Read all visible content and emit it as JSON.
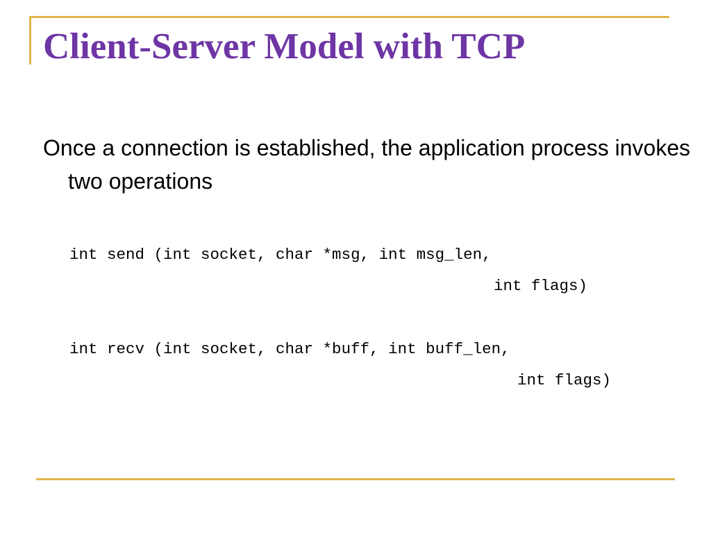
{
  "slide": {
    "title": "Client-Server Model with TCP",
    "bullet": "Once a connection is established, the application process invokes two operations",
    "code": {
      "send_line1": "int send (int socket, char *msg, int msg_len,",
      "send_line2": "int flags)",
      "recv_line1": "int recv (int socket, char *buff, int buff_len,",
      "recv_line2": "int flags)"
    }
  },
  "colors": {
    "title": "#6E35A5",
    "accent_rule": "#E2B54B",
    "text": "#000000",
    "background": "#FFFFFF"
  }
}
